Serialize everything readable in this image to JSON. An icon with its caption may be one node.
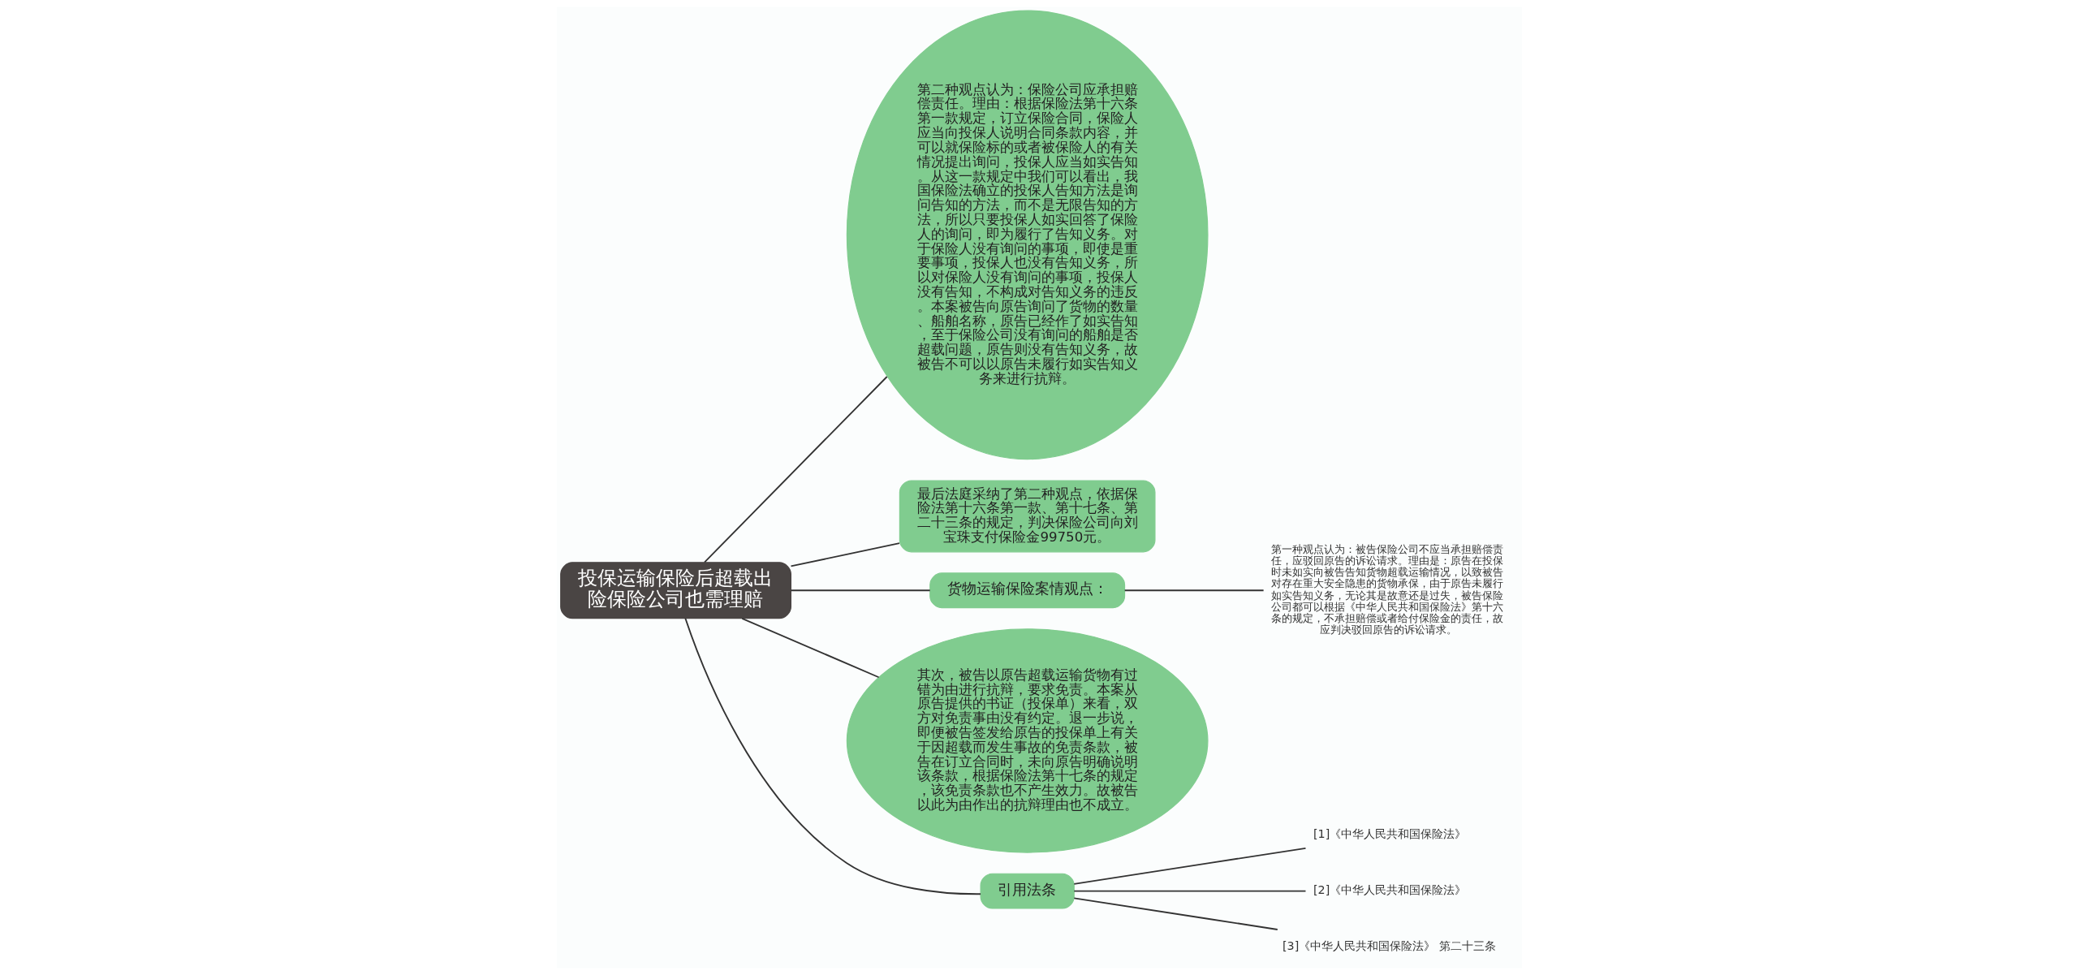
{
  "diagram": {
    "nodes": [
      {
        "text": [
          "投保运输保险后超载出险保险公司也需理赔"
        ]
      },
      {
        "text": [
          "第二种观点认为：保险公司应承担赔偿责任。理由：根据保险法第十六条第一款规定，订立保险合同，保险人应当向投保人说明合同条款内容，并可以就保险标的或者被保险人的有关情况提出询问，投保人应当如实告知。从这一款规定中我们可以看出，我国保险法确立的投保人告知方法是询问告知的方法，而不是无限告知的方法，所以只要投保人如实回答了保险人的询问，即为履行了告知义务。对于保险人没有询问的事项，即使是重要事项，投保人也没有告知义务，所以对保险人没有询问的事项，投保人没有告知，不构成对告知义务的违反。本案被告向原告询问了货物的数量、船舶名称，原告已经作了如实告知，至于保险公司没有询问的船舶是否超载问题，原告则没有告知义务，故被告不可以以原告未履行如实告知义务来进行抗辩。"
        ]
      },
      {
        "text": [
          "最后法庭采纳了第二种观点，依据保险法第十六条第一款、第十七条、第二十三条的规定，判决保险公司向刘宝珠支付保险金99750元。"
        ]
      },
      {
        "text": [
          "货物运输保险案情观点："
        ]
      },
      {
        "text": [
          "第一种观点认为：被告保险公司不应当承担赔偿责任，应驳回原告的诉讼请求。理由是：原告在投保时未如实向被告告知货物超载运输情况，以致被告对存在重大安全隐患的货物承保，由于原告未履行如实告知义务，无论其是故意还是过失，被告保险公司都可以根据《中华人民共和国保险法》第十六条的规定，不承担赔偿或者给付保险金的责任，故应判决驳回原告的诉讼请求。"
        ]
      },
      {
        "text": [
          "其次，被告以原告超载运输货物有过错为由进行抗辩，要求免责。本案从原告提供的书证（投保单）来看，双方对免责事由没有约定。退一步说，即便被告签发给原告的投保单上有关于因超载而发生事故的免责条款，被告在订立合同时，未向原告明确说明该条款，根据保险法第十七条的规定，该免责条款也不产生效力。故被告以此为由作出的抗辩理由也不成立。"
        ]
      },
      {
        "text": [
          "引用法条"
        ]
      },
      {
        "text": [
          "[1]《中华人民共和国保险法》"
        ]
      },
      {
        "text": [
          "[2]《中华人民共和国保险法》"
        ]
      },
      {
        "text": [
          "[3]《中华人民共和国保险法》 第二十三条"
        ]
      }
    ],
    "edges": [
      {
        "from": 0,
        "to": 1,
        "arrow": "none"
      },
      {
        "from": 0,
        "to": 2,
        "arrow": "none"
      },
      {
        "from": 0,
        "to": 3,
        "arrow": "none"
      },
      {
        "from": 3,
        "to": 4,
        "arrow": "none"
      },
      {
        "from": 0,
        "to": 5,
        "arrow": "none"
      },
      {
        "from": 0,
        "to": 6,
        "arrow": "none"
      },
      {
        "from": 6,
        "to": 7,
        "arrow": "none"
      },
      {
        "from": 6,
        "to": 8,
        "arrow": "none"
      },
      {
        "from": 6,
        "to": 9,
        "arrow": "none"
      }
    ]
  }
}
